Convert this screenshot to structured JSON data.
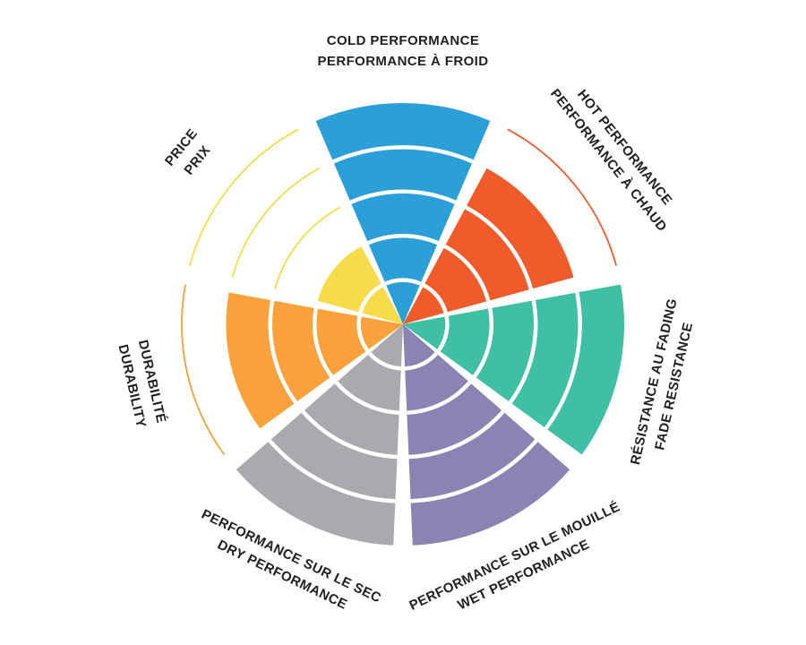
{
  "page": {
    "background": "#FFFFFF"
  },
  "chart_data": {
    "type": "polar-sector",
    "description": "Tire performance rating wheel with 7 colored sectors, each divided into 5 concentric levels; filled depth indicates rating out of 5, unfilled levels drawn as thin outline arcs",
    "levels": 5,
    "max_value": 5,
    "grid": "concentric white arc separators inside each filled sector",
    "legend": "none",
    "colors": {
      "background": "#FFFFFF",
      "ring_separator": "#FFFFFF",
      "label_text": "#231F20"
    },
    "categories": [
      {
        "id": "cold-performance",
        "label_lines": [
          "COLD PERFORMANCE",
          "PERFORMANCE À FROID"
        ],
        "value": 5,
        "color": "#2B9FD7"
      },
      {
        "id": "hot-performance",
        "label_lines": [
          "HOT PERFORMANCE",
          "PERFORMANCE À CHAUD"
        ],
        "value": 4,
        "color": "#F05B2B"
      },
      {
        "id": "fade-resistance",
        "label_lines": [
          "RÉSISTANCE AU FADING",
          "FADE RESISTANCE"
        ],
        "value": 5,
        "color": "#3FBFA4"
      },
      {
        "id": "wet-performance",
        "label_lines": [
          "PERFORMANCE SUR LE MOUILLÉ",
          "WET PERFORMANCE"
        ],
        "value": 5,
        "color": "#8A84B3"
      },
      {
        "id": "dry-performance",
        "label_lines": [
          "PERFORMANCE SUR LE SEC",
          "DRY PERFORMANCE"
        ],
        "value": 5,
        "color": "#A8AAAD"
      },
      {
        "id": "durability",
        "label_lines": [
          "DURABILITÉ",
          "DURABILITY"
        ],
        "value": 4,
        "color": "#F9A23B"
      },
      {
        "id": "price",
        "label_lines": [
          "PRICE",
          "PRIX"
        ],
        "value": 2,
        "color": "#F8DB4A"
      }
    ]
  }
}
